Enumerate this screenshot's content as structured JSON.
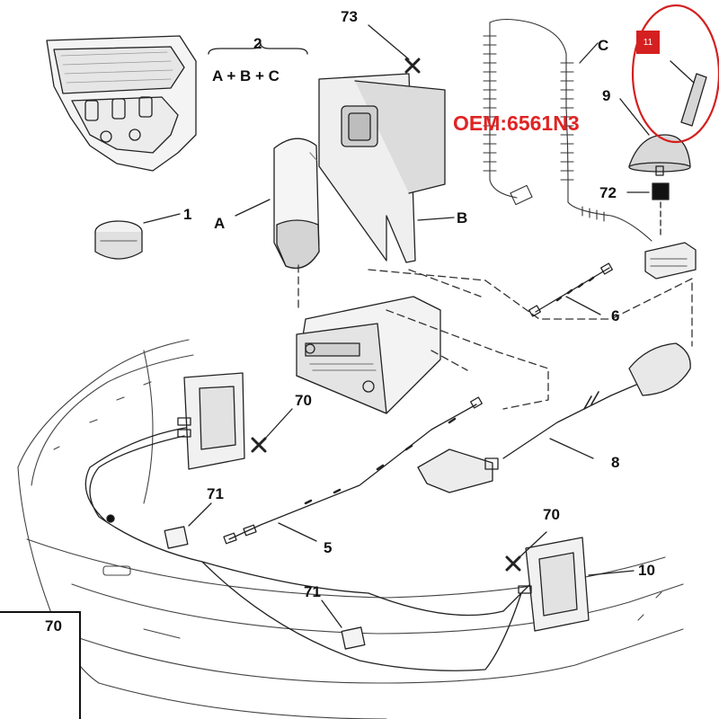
{
  "diagram": {
    "oem_label": "OEM:6561N3",
    "highlight_badge": "11",
    "highlight_color": "#d42020",
    "oem_color": "#e02424",
    "kit": {
      "number": "2",
      "formula": "A + B + C"
    },
    "labels": {
      "l73": "73",
      "lC": "C",
      "l9": "9",
      "l72": "72",
      "lB": "B",
      "lA": "A",
      "l1": "1",
      "l6": "6",
      "l70a": "70",
      "l8": "8",
      "l71a": "71",
      "l5": "5",
      "l70b": "70",
      "l10": "10",
      "l71b": "71"
    },
    "inset_label": "70"
  }
}
